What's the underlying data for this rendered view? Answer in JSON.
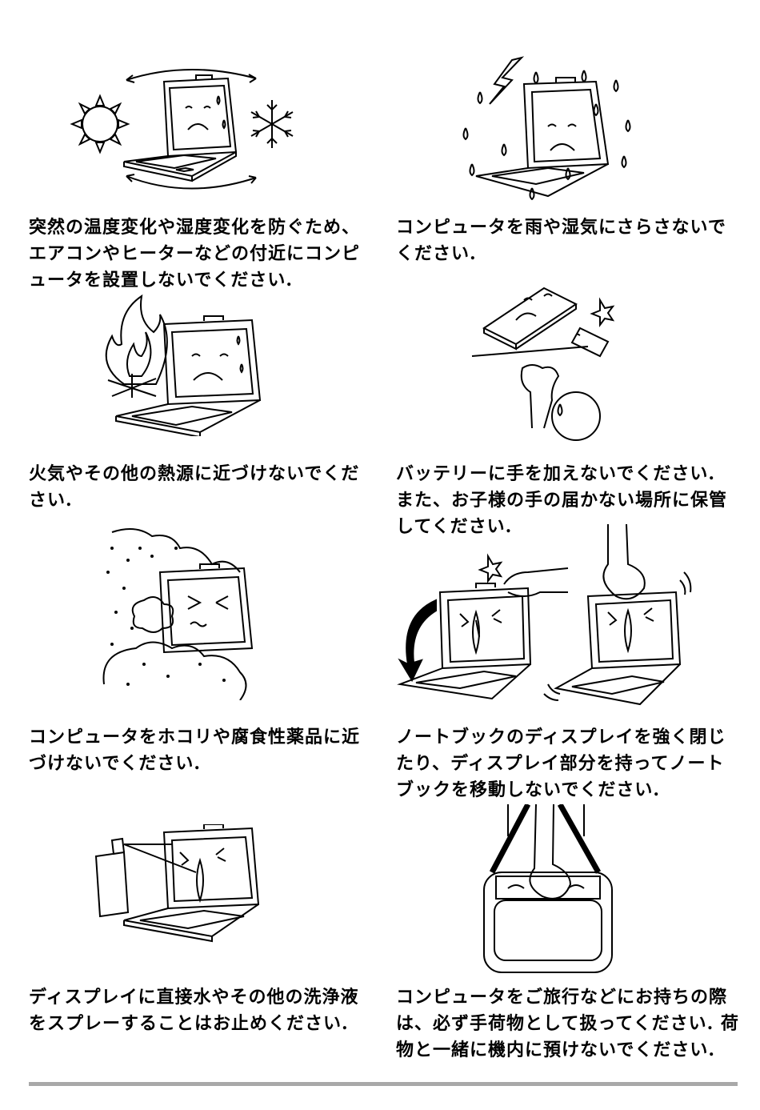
{
  "cautions": [
    {
      "id": "temperature",
      "text": "突然の温度変化や湿度変化を防ぐため、エアコンやヒーターなどの付近にコンピュータを設置しないでください."
    },
    {
      "id": "rain",
      "text": "コンピュータを雨や湿気にさらさないでください."
    },
    {
      "id": "fire",
      "text": "火気やその他の熱源に近づけないでください."
    },
    {
      "id": "battery",
      "text": "バッテリーに手を加えないでください. また、お子様の手の届かない場所に保管してください."
    },
    {
      "id": "dust",
      "text": "コンピュータをホコリや腐食性薬品に近づけないでください."
    },
    {
      "id": "display",
      "text": "ノートブックのディスプレイを強く閉じたり、ディスプレイ部分を持ってノートブックを移動しないでください."
    },
    {
      "id": "spray",
      "text": "ディスプレイに直接水やその他の洗浄液をスプレーすることはお止めください."
    },
    {
      "id": "travel",
      "text": "コンピュータをご旅行などにお持ちの際は、必ず手荷物として扱ってください. 荷物と一緒に機内に預けないでください."
    }
  ]
}
